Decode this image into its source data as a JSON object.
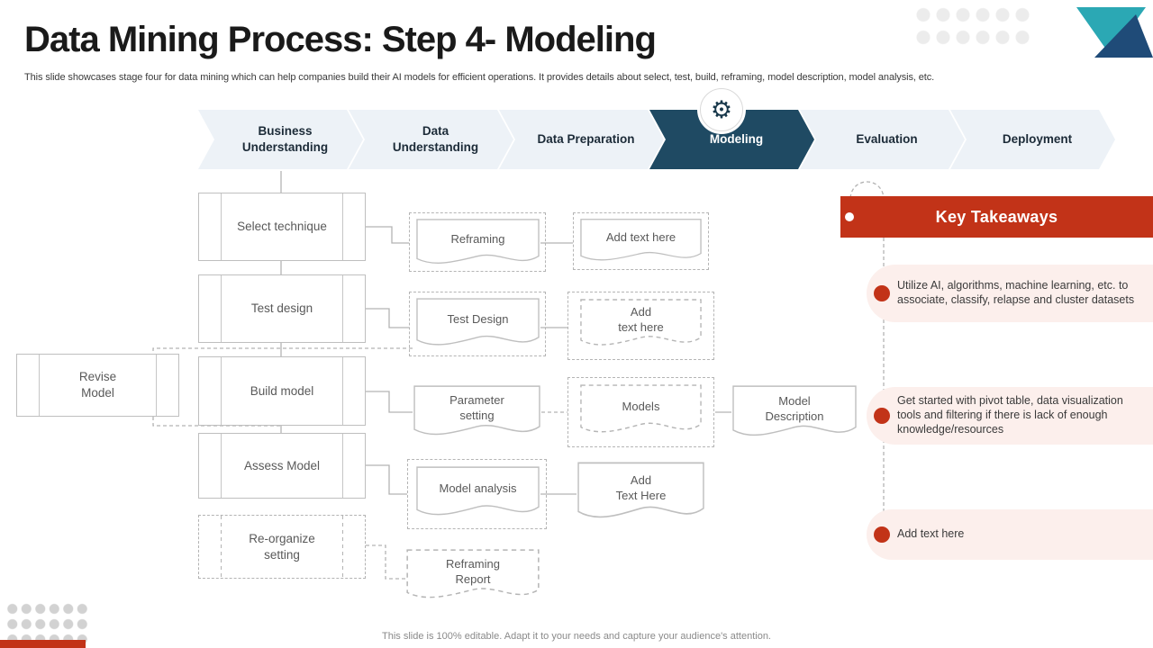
{
  "slide": {
    "title": "Data Mining Process: Step 4- Modeling",
    "subtitle": "This slide showcases stage four for data mining which can help companies build their AI models for efficient operations. It provides details about select, test, build, reframing, model description, model analysis, etc.",
    "footer": "This slide is 100% editable. Adapt it to your needs and capture your audience's attention."
  },
  "process_steps": [
    {
      "label": "Business\nUnderstanding",
      "active": false
    },
    {
      "label": "Data\nUnderstanding",
      "active": false
    },
    {
      "label": "Data Preparation",
      "active": false
    },
    {
      "label": "Modeling",
      "active": true
    },
    {
      "label": "Evaluation",
      "active": false
    },
    {
      "label": "Deployment",
      "active": false
    }
  ],
  "icons": {
    "gear": "⚙"
  },
  "nodes": {
    "select_technique": "Select technique",
    "test_design": "Test design",
    "build_model": "Build model",
    "assess_model": "Assess Model",
    "reorganize_setting": "Re-organize\nsetting",
    "revise_model": "Revise\nModel",
    "doc_reframing": "Reframing",
    "doc_test_design": "Test Design",
    "doc_parameter_setting": "Parameter\nsetting",
    "doc_model_analysis": "Model analysis",
    "doc_reframing_report": "Reframing\nReport",
    "out_add_text_1": "Add text here",
    "out_add_text_2": "Add\ntext here",
    "out_models": "Models",
    "out_add_text_3": "Add\nText Here",
    "out_model_description": "Model\nDescription"
  },
  "key_takeaways": {
    "heading": "Key Takeaways",
    "items": [
      "Utilize AI, algorithms, machine learning, etc. to associate, classify, relapse and cluster datasets",
      "Get started with pivot table, data visualization tools and filtering if there is lack of enough knowledge/resources",
      "Add text here"
    ]
  },
  "colors": {
    "accent_red": "#c23318",
    "active_chevron": "#1f4a63",
    "chevron_light": "#edf2f7",
    "pink_bg": "#fcefec",
    "logo_teal": "#2ba8b4",
    "logo_navy": "#1f4b78"
  }
}
